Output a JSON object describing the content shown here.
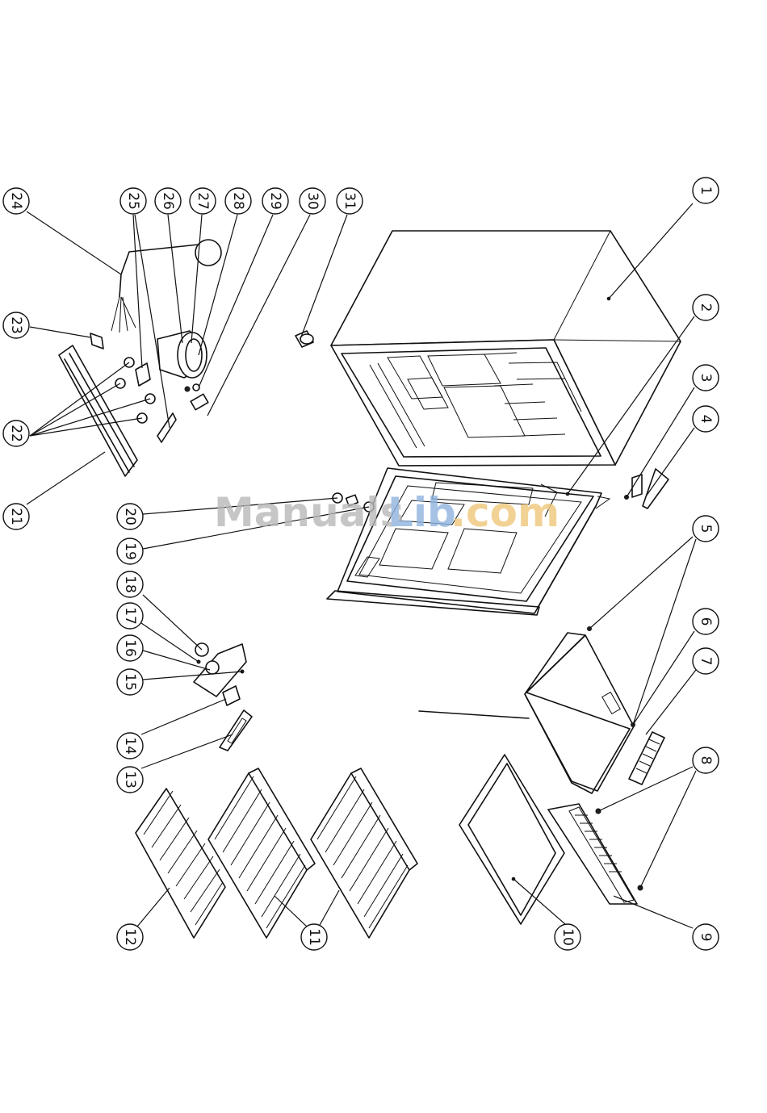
{
  "callouts": [
    {
      "id": "c1",
      "label": "1"
    },
    {
      "id": "c2",
      "label": "2"
    },
    {
      "id": "c3",
      "label": "3"
    },
    {
      "id": "c4",
      "label": "4"
    },
    {
      "id": "c5",
      "label": "5"
    },
    {
      "id": "c6",
      "label": "6"
    },
    {
      "id": "c7",
      "label": "7"
    },
    {
      "id": "c8",
      "label": "8"
    },
    {
      "id": "c9",
      "label": "9"
    },
    {
      "id": "c10",
      "label": "10"
    },
    {
      "id": "c11",
      "label": "11"
    },
    {
      "id": "c12",
      "label": "12"
    },
    {
      "id": "c13",
      "label": "13"
    },
    {
      "id": "c14",
      "label": "14"
    },
    {
      "id": "c15",
      "label": "15"
    },
    {
      "id": "c16",
      "label": "16"
    },
    {
      "id": "c17",
      "label": "17"
    },
    {
      "id": "c18",
      "label": "18"
    },
    {
      "id": "c19",
      "label": "19"
    },
    {
      "id": "c20",
      "label": "20"
    },
    {
      "id": "c21",
      "label": "21"
    },
    {
      "id": "c22",
      "label": "22"
    },
    {
      "id": "c23",
      "label": "23"
    },
    {
      "id": "c24",
      "label": "24"
    },
    {
      "id": "c25",
      "label": "25"
    },
    {
      "id": "c26",
      "label": "26"
    },
    {
      "id": "c27",
      "label": "27"
    },
    {
      "id": "c28",
      "label": "28"
    },
    {
      "id": "c29",
      "label": "29"
    },
    {
      "id": "c30",
      "label": "30"
    },
    {
      "id": "c31",
      "label": "31"
    }
  ],
  "watermark": {
    "part1": "Manuals",
    "part2": "Lib",
    "part3": ".com",
    "color_main": "#b9b9b9",
    "color_lib": "#8fb4de",
    "color_com": "#f0c77a"
  }
}
